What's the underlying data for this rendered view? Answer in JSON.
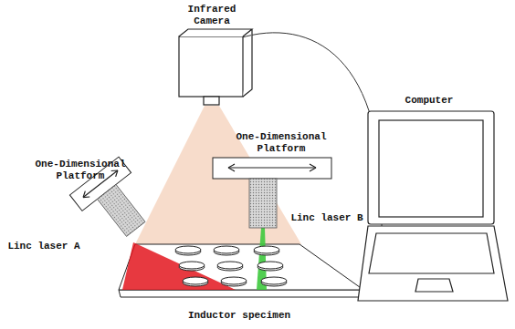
{
  "diagram": {
    "labels": [
      "Infrared Camera",
      "One-Dimensional Platform",
      "One-Dimensional Platform",
      "Computer",
      "Linc laser A",
      "Linc laser B",
      "Inductor specimen"
    ]
  }
}
